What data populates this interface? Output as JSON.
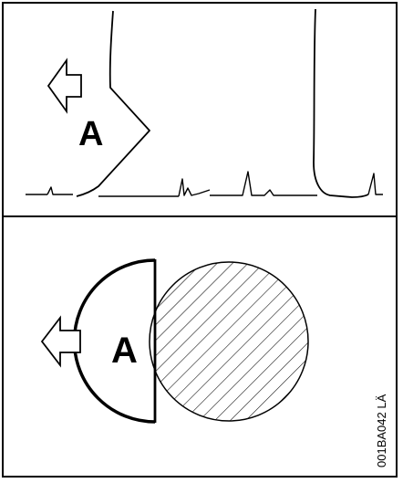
{
  "diagram": {
    "top_panel": {
      "marker_label": "A",
      "arrow_direction": "left"
    },
    "bottom_panel": {
      "marker_label": "A",
      "arrow_direction": "left"
    },
    "reference_code": "001BA042 LÄ",
    "colors": {
      "line": "#000000",
      "background": "#ffffff",
      "hatch": "#000000"
    }
  }
}
